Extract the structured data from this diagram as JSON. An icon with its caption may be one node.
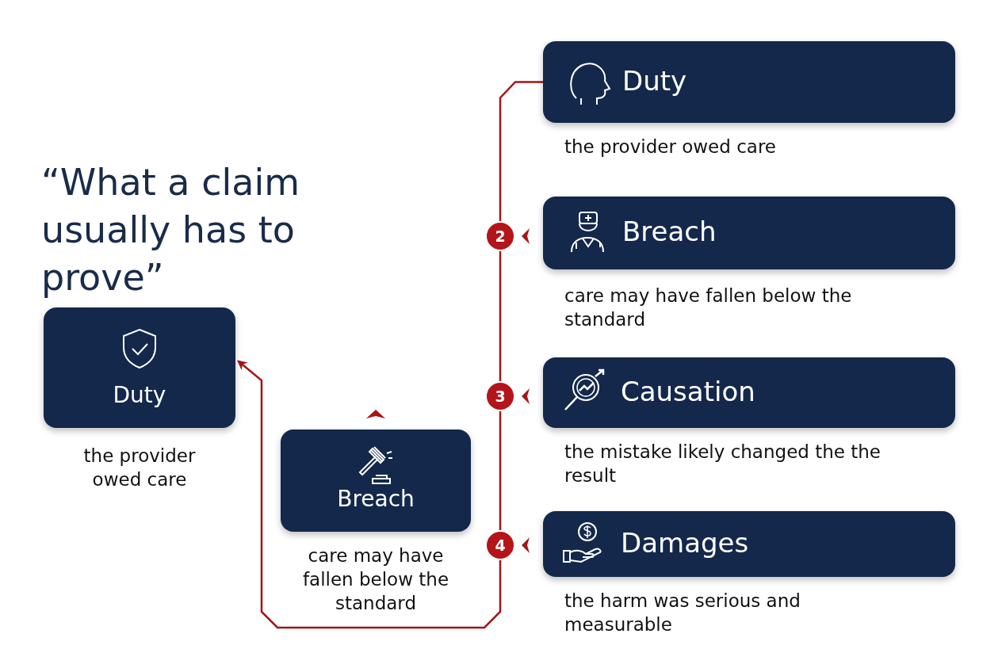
{
  "diagram": {
    "title": "“What a claim usually has to prove”",
    "nodes": [
      {
        "text": [
          "Duty"
        ],
        "beside": [
          "the provider owed care"
        ]
      },
      {
        "text": [
          "Breach"
        ],
        "beside": [
          "care may have fallen below the standard"
        ]
      },
      {
        "text": [
          "Causation"
        ],
        "beside": [
          "the mistake likely changed the the result"
        ]
      },
      {
        "text": [
          "Damages"
        ],
        "beside": [
          "the harm was serious and measurable"
        ]
      },
      {
        "text": [
          "Duty"
        ],
        "beside": [
          "the provider owed care"
        ]
      },
      {
        "text": [
          "Breach"
        ],
        "beside": [
          "care may have fallen below the standard"
        ]
      }
    ],
    "edges": [
      {
        "from": 0,
        "to": 4,
        "arrow": "to"
      }
    ],
    "labels": [
      "2",
      "3",
      "4"
    ]
  }
}
